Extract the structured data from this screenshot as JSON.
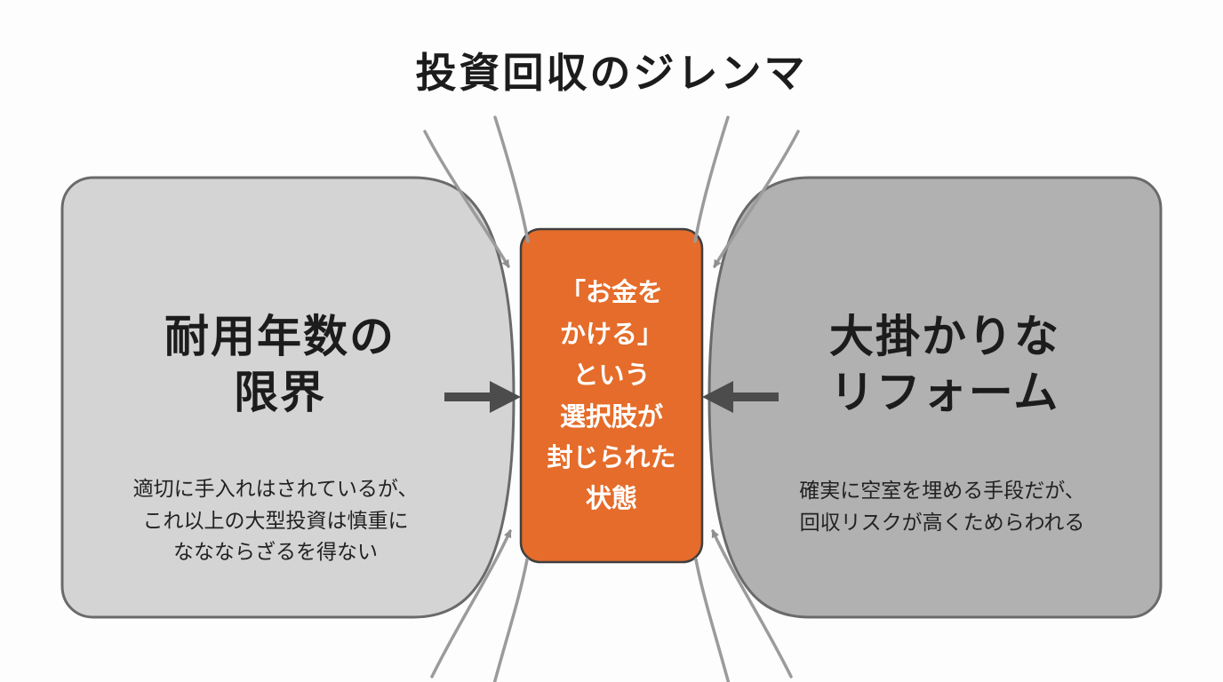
{
  "title": "投資回収のジレンマ",
  "left_box": {
    "heading": "耐用年数の\n限界",
    "body": "適切に手入れはされているが、\nこれ以上の大型投資は慎重に\nななならざるを得ない"
  },
  "center_box": {
    "text": "「お金を\nかける」\nという\n選択肢が\n封じられた\n状態"
  },
  "right_box": {
    "heading": "大掛かりな\nリフォーム",
    "body": "確実に空室を埋める手段だが、\n回収リスクが高くためらわれる"
  },
  "colors": {
    "left_box_fill": "#d4d4d4",
    "right_box_fill": "#b1b1b1",
    "box_stroke": "#6a6a6a",
    "center_box_fill": "#e56c2a",
    "center_box_stroke": "#3f3f3f",
    "dark_arrow": "#4c4c4c",
    "funnel_curve": "#9b9b9b",
    "text_dark": "#1c1c1c",
    "text_light": "#ffffff"
  }
}
